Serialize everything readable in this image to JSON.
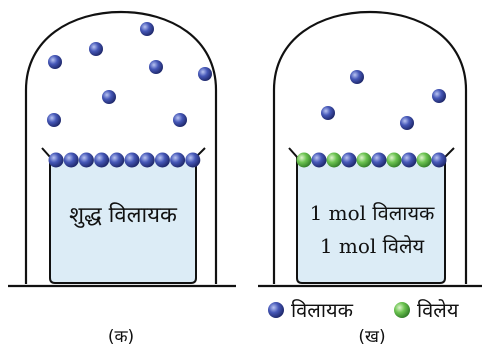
{
  "panel_a": {
    "beaker_text": "शुद्ध विलायक",
    "caption": "(क)"
  },
  "panel_b": {
    "beaker_line1": "1 mol विलायक",
    "beaker_line2": "1 mol विलेय",
    "caption": "(ख)"
  },
  "legend": {
    "solvent_label": "विलायक",
    "solute_label": "विलेय"
  },
  "colors": {
    "solvent_particle": "#3b4aa8",
    "solute_particle": "#5dbb4a",
    "liquid": "#dcecf6",
    "outline": "#111111"
  }
}
